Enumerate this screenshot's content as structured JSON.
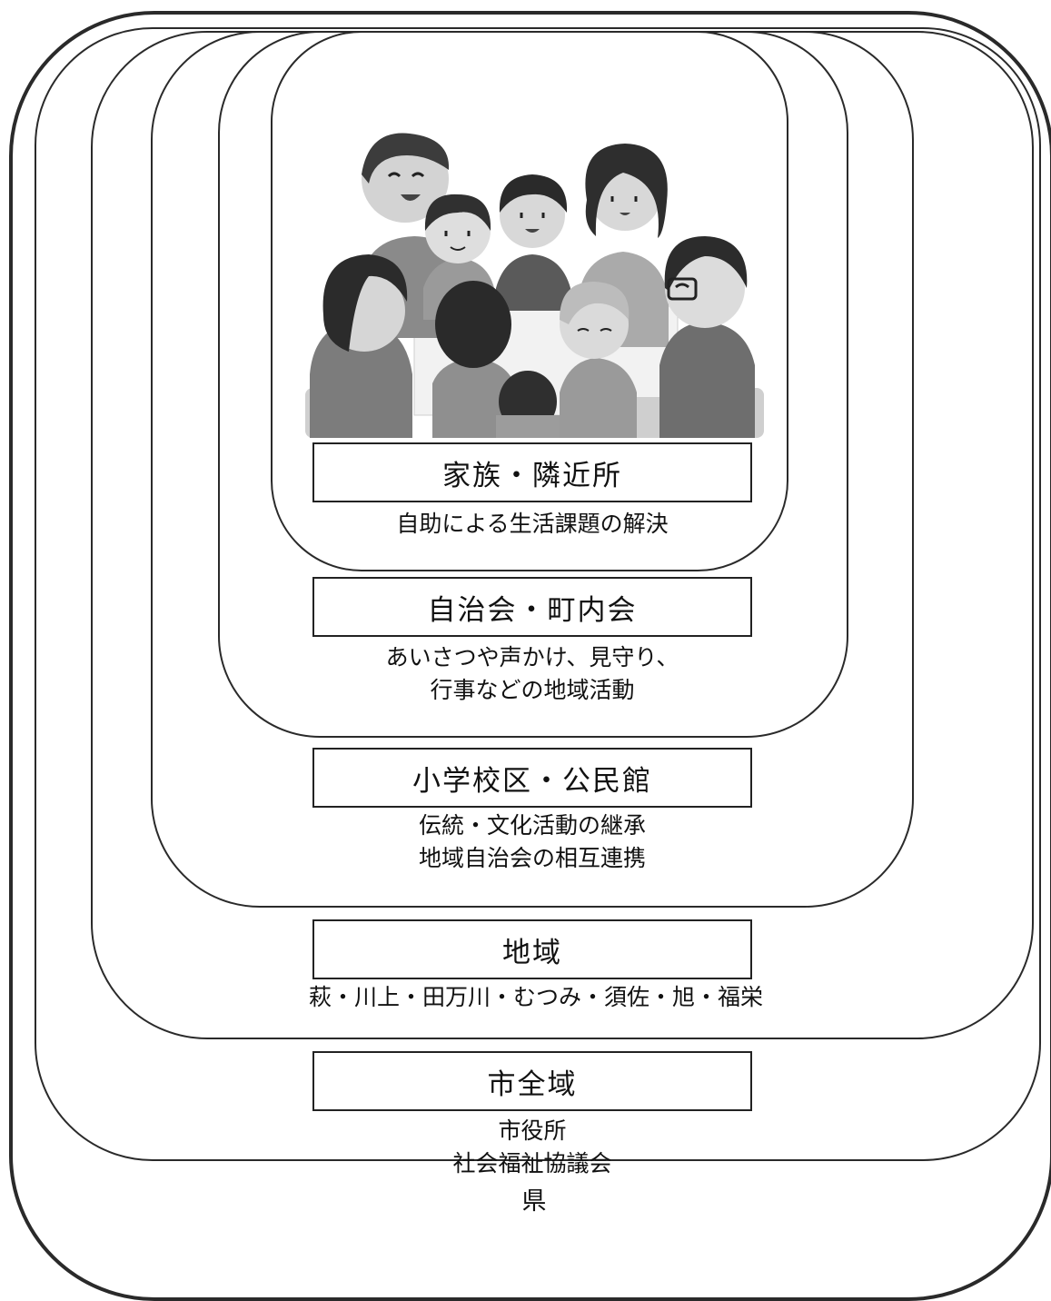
{
  "levels": {
    "family": {
      "title": "家族・隣近所",
      "desc_lines": [
        "自助による生活課題の解決"
      ]
    },
    "jichikai": {
      "title": "自治会・町内会",
      "desc_lines": [
        "あいさつや声かけ、見守り、",
        "行事などの地域活動"
      ]
    },
    "school": {
      "title": "小学校区・公民館",
      "desc_lines": [
        "伝統・文化活動の継承",
        "地域自治会の相互連携"
      ]
    },
    "region": {
      "title": "地域",
      "desc_lines": [
        "萩・川上・田万川・むつみ・須佐・旭・福栄"
      ]
    },
    "city": {
      "title": "市全域",
      "desc_lines": [
        "市役所",
        "社会福祉協議会"
      ]
    },
    "prefecture": {
      "label": "県"
    }
  },
  "illustration": {
    "icon": "people-meeting-illustration"
  }
}
